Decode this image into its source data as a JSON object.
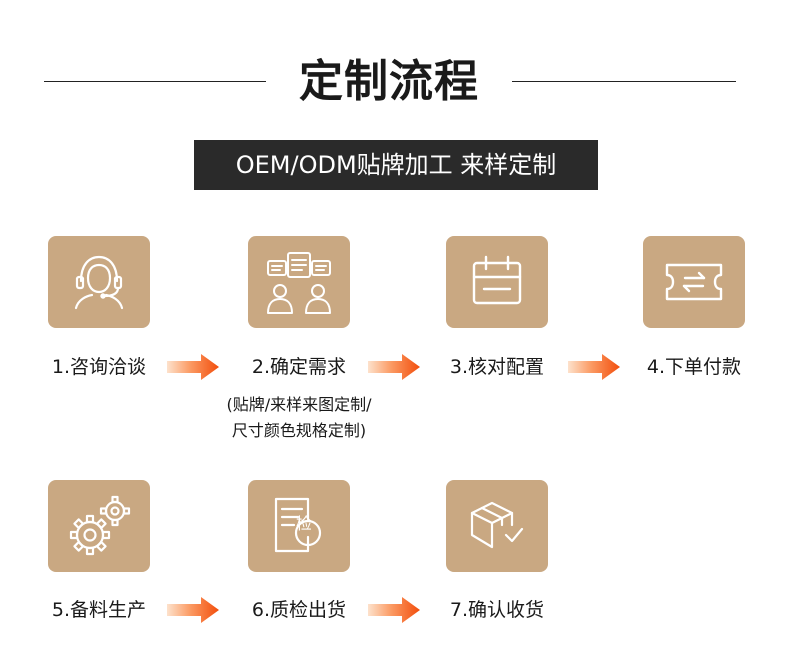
{
  "header": {
    "title": "定制流程",
    "subtitle": "OEM/ODM贴牌加工 来样定制"
  },
  "steps": [
    {
      "label": "1.咨询洽谈",
      "icon": "customer-service-icon"
    },
    {
      "label": "2.确定需求",
      "icon": "discussion-icon",
      "note_lines": [
        "(贴牌/来样来图定制/",
        "尺寸颜色规格定制)"
      ]
    },
    {
      "label": "3.核对配置",
      "icon": "calendar-icon"
    },
    {
      "label": "4.下单付款",
      "icon": "ticket-exchange-icon"
    },
    {
      "label": "5.备料生产",
      "icon": "gears-icon"
    },
    {
      "label": "6.质检出货",
      "icon": "inspection-document-icon",
      "badge": "检"
    },
    {
      "label": "7.确认收货",
      "icon": "package-check-icon"
    }
  ],
  "colors": {
    "tile": "#c9a882",
    "arrow_start": "#fde2cc",
    "arrow_end": "#f24e0c",
    "subtitle_bg": "#2a2a2a"
  }
}
